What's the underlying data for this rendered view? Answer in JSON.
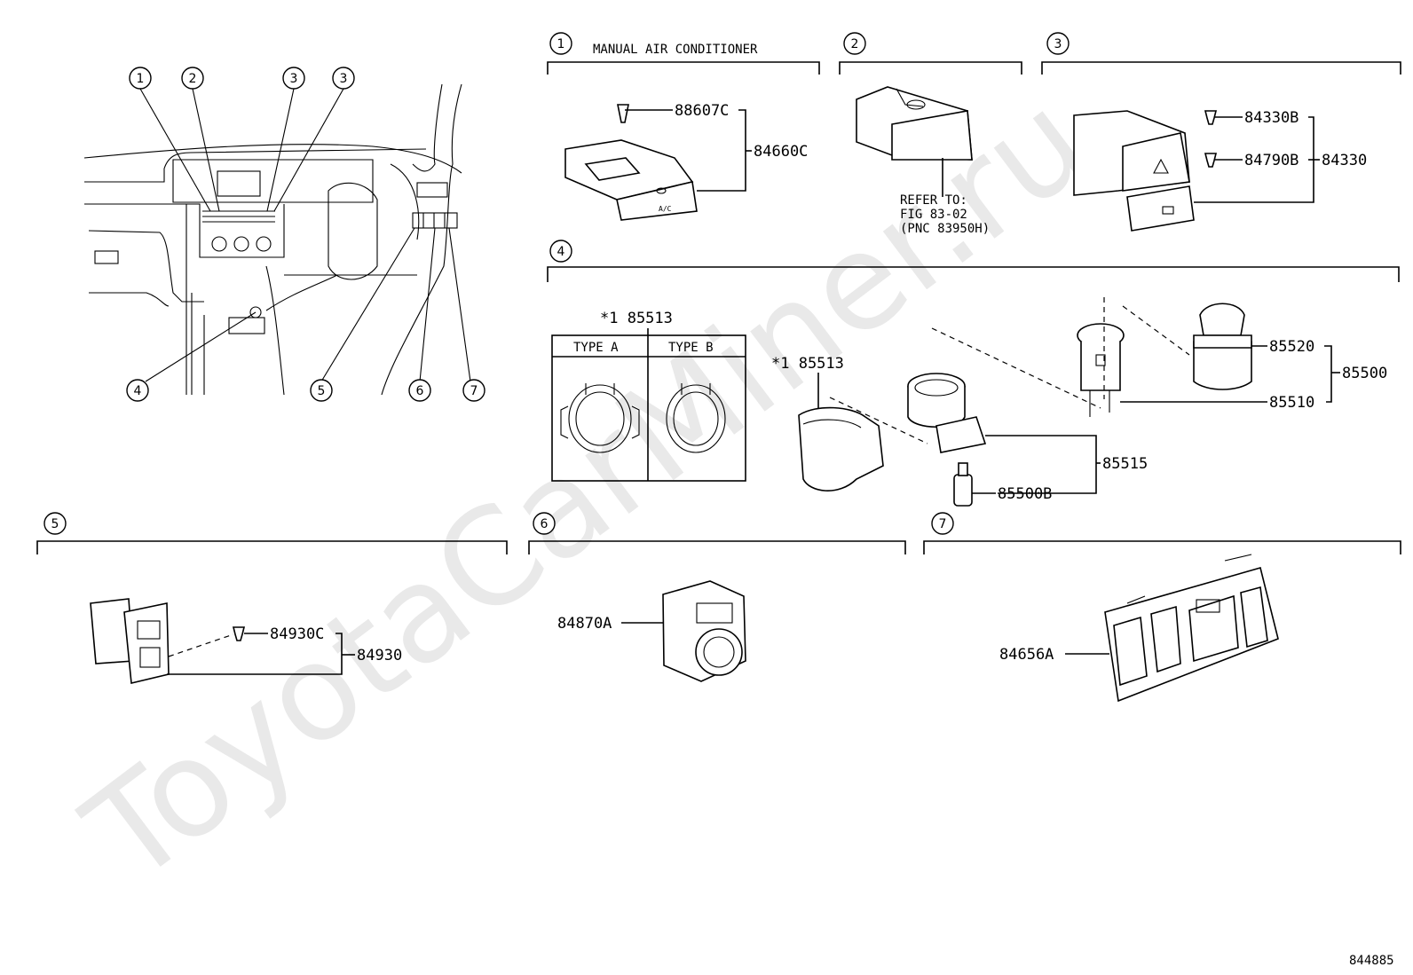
{
  "watermark": "ToyotaCarMiner.ru",
  "figure_code": "844885",
  "overview_callouts": [
    "1",
    "2",
    "3",
    "3",
    "4",
    "5",
    "6",
    "7"
  ],
  "sections": {
    "s1": {
      "num": "1",
      "caption": "MANUAL AIR CONDITIONER",
      "parts": [
        "88607C",
        "84660C"
      ]
    },
    "s2": {
      "num": "2",
      "refer": [
        "REFER TO:",
        "FIG 83-02",
        "(PNC 83950H)"
      ]
    },
    "s3": {
      "num": "3",
      "parts": [
        "84330B",
        "84790B",
        "84330"
      ]
    },
    "s4": {
      "num": "4",
      "parts": [
        "*1 85513",
        "*1 85513",
        "85520",
        "85500",
        "85510",
        "85515",
        "85500B"
      ],
      "type_table": {
        "header": [
          "TYPE A",
          "TYPE B"
        ]
      }
    },
    "s5": {
      "num": "5",
      "parts": [
        "84930C",
        "84930"
      ]
    },
    "s6": {
      "num": "6",
      "parts": [
        "84870A"
      ]
    },
    "s7": {
      "num": "7",
      "parts": [
        "84656A"
      ]
    }
  }
}
